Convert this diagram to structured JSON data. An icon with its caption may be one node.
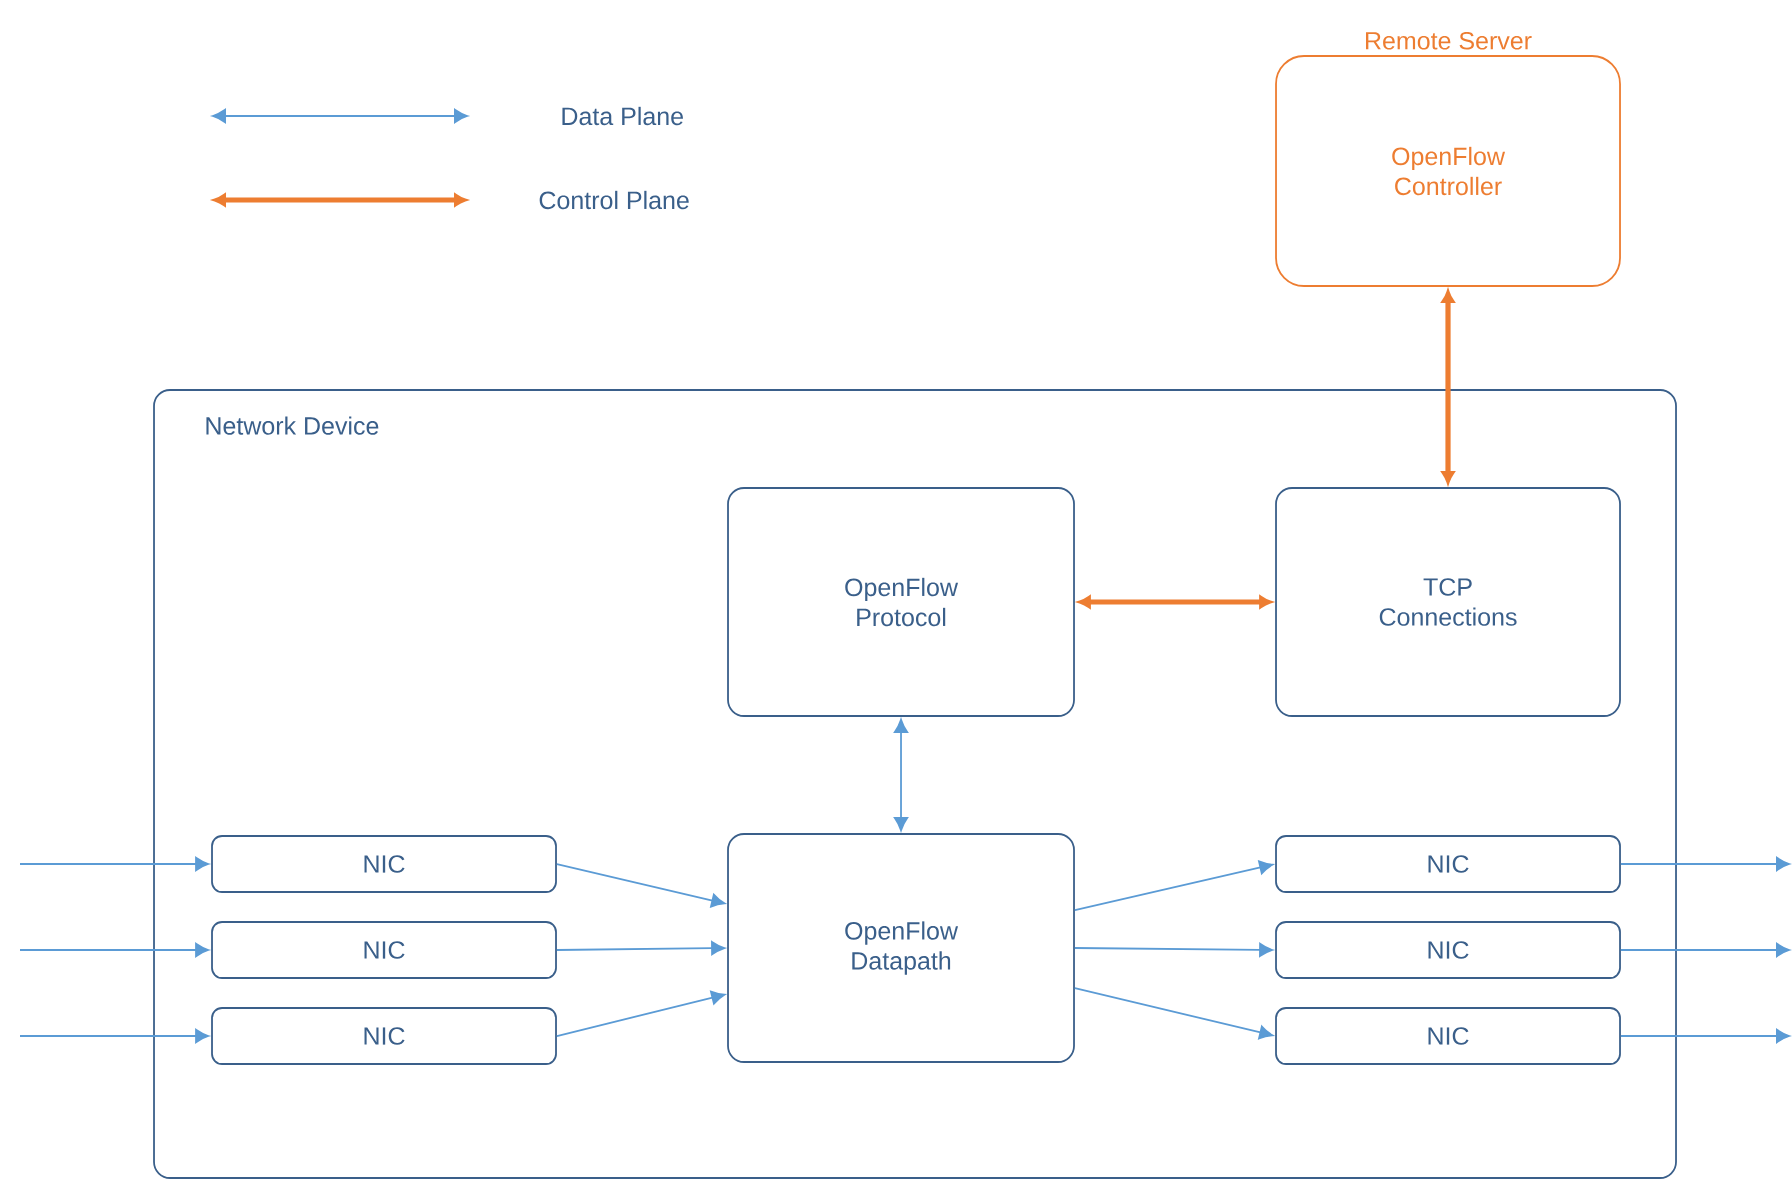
{
  "diagram": {
    "nodes": [
      {
        "text": [
          "Remote Server",
          "OpenFlow Controller"
        ]
      },
      {
        "text": [
          "Network Device"
        ]
      },
      {
        "text": [
          "OpenFlow Protocol"
        ],
        "in": 1
      },
      {
        "text": [
          "TCP Connections"
        ],
        "in": 1
      },
      {
        "text": [
          "OpenFlow Datapath"
        ],
        "in": 1
      },
      {
        "text": [
          "NIC"
        ],
        "in": 1
      },
      {
        "text": [
          "NIC"
        ],
        "in": 1
      },
      {
        "text": [
          "NIC"
        ],
        "in": 1
      },
      {
        "text": [
          "NIC"
        ],
        "in": 1
      },
      {
        "text": [
          "NIC"
        ],
        "in": 1
      },
      {
        "text": [
          "NIC"
        ],
        "in": 1
      }
    ],
    "edges": [
      {
        "from": 0,
        "to": 3,
        "arrow": "both",
        "style": "thick",
        "color": "#ed7d31"
      },
      {
        "from": 2,
        "to": 3,
        "arrow": "both",
        "style": "thick",
        "color": "#ed7d31"
      },
      {
        "from": 2,
        "to": 4,
        "arrow": "both"
      },
      {
        "from": 5,
        "to": 4,
        "arrow": "to"
      },
      {
        "from": 6,
        "to": 4,
        "arrow": "to"
      },
      {
        "from": 7,
        "to": 4,
        "arrow": "to"
      },
      {
        "from": 4,
        "to": 8,
        "arrow": "to"
      },
      {
        "from": 4,
        "to": 9,
        "arrow": "to"
      },
      {
        "from": 4,
        "to": 10,
        "arrow": "to"
      },
      {
        "from": null,
        "to": 5,
        "arrow": "to"
      },
      {
        "from": null,
        "to": 6,
        "arrow": "to"
      },
      {
        "from": null,
        "to": 7,
        "arrow": "to"
      },
      {
        "from": 8,
        "to": null,
        "arrow": "to"
      },
      {
        "from": 9,
        "to": null,
        "arrow": "to"
      },
      {
        "from": 10,
        "to": null,
        "arrow": "to"
      }
    ],
    "legend": [
      {
        "text": "Data Plane"
      },
      {
        "text": "Control Plane"
      }
    ]
  }
}
